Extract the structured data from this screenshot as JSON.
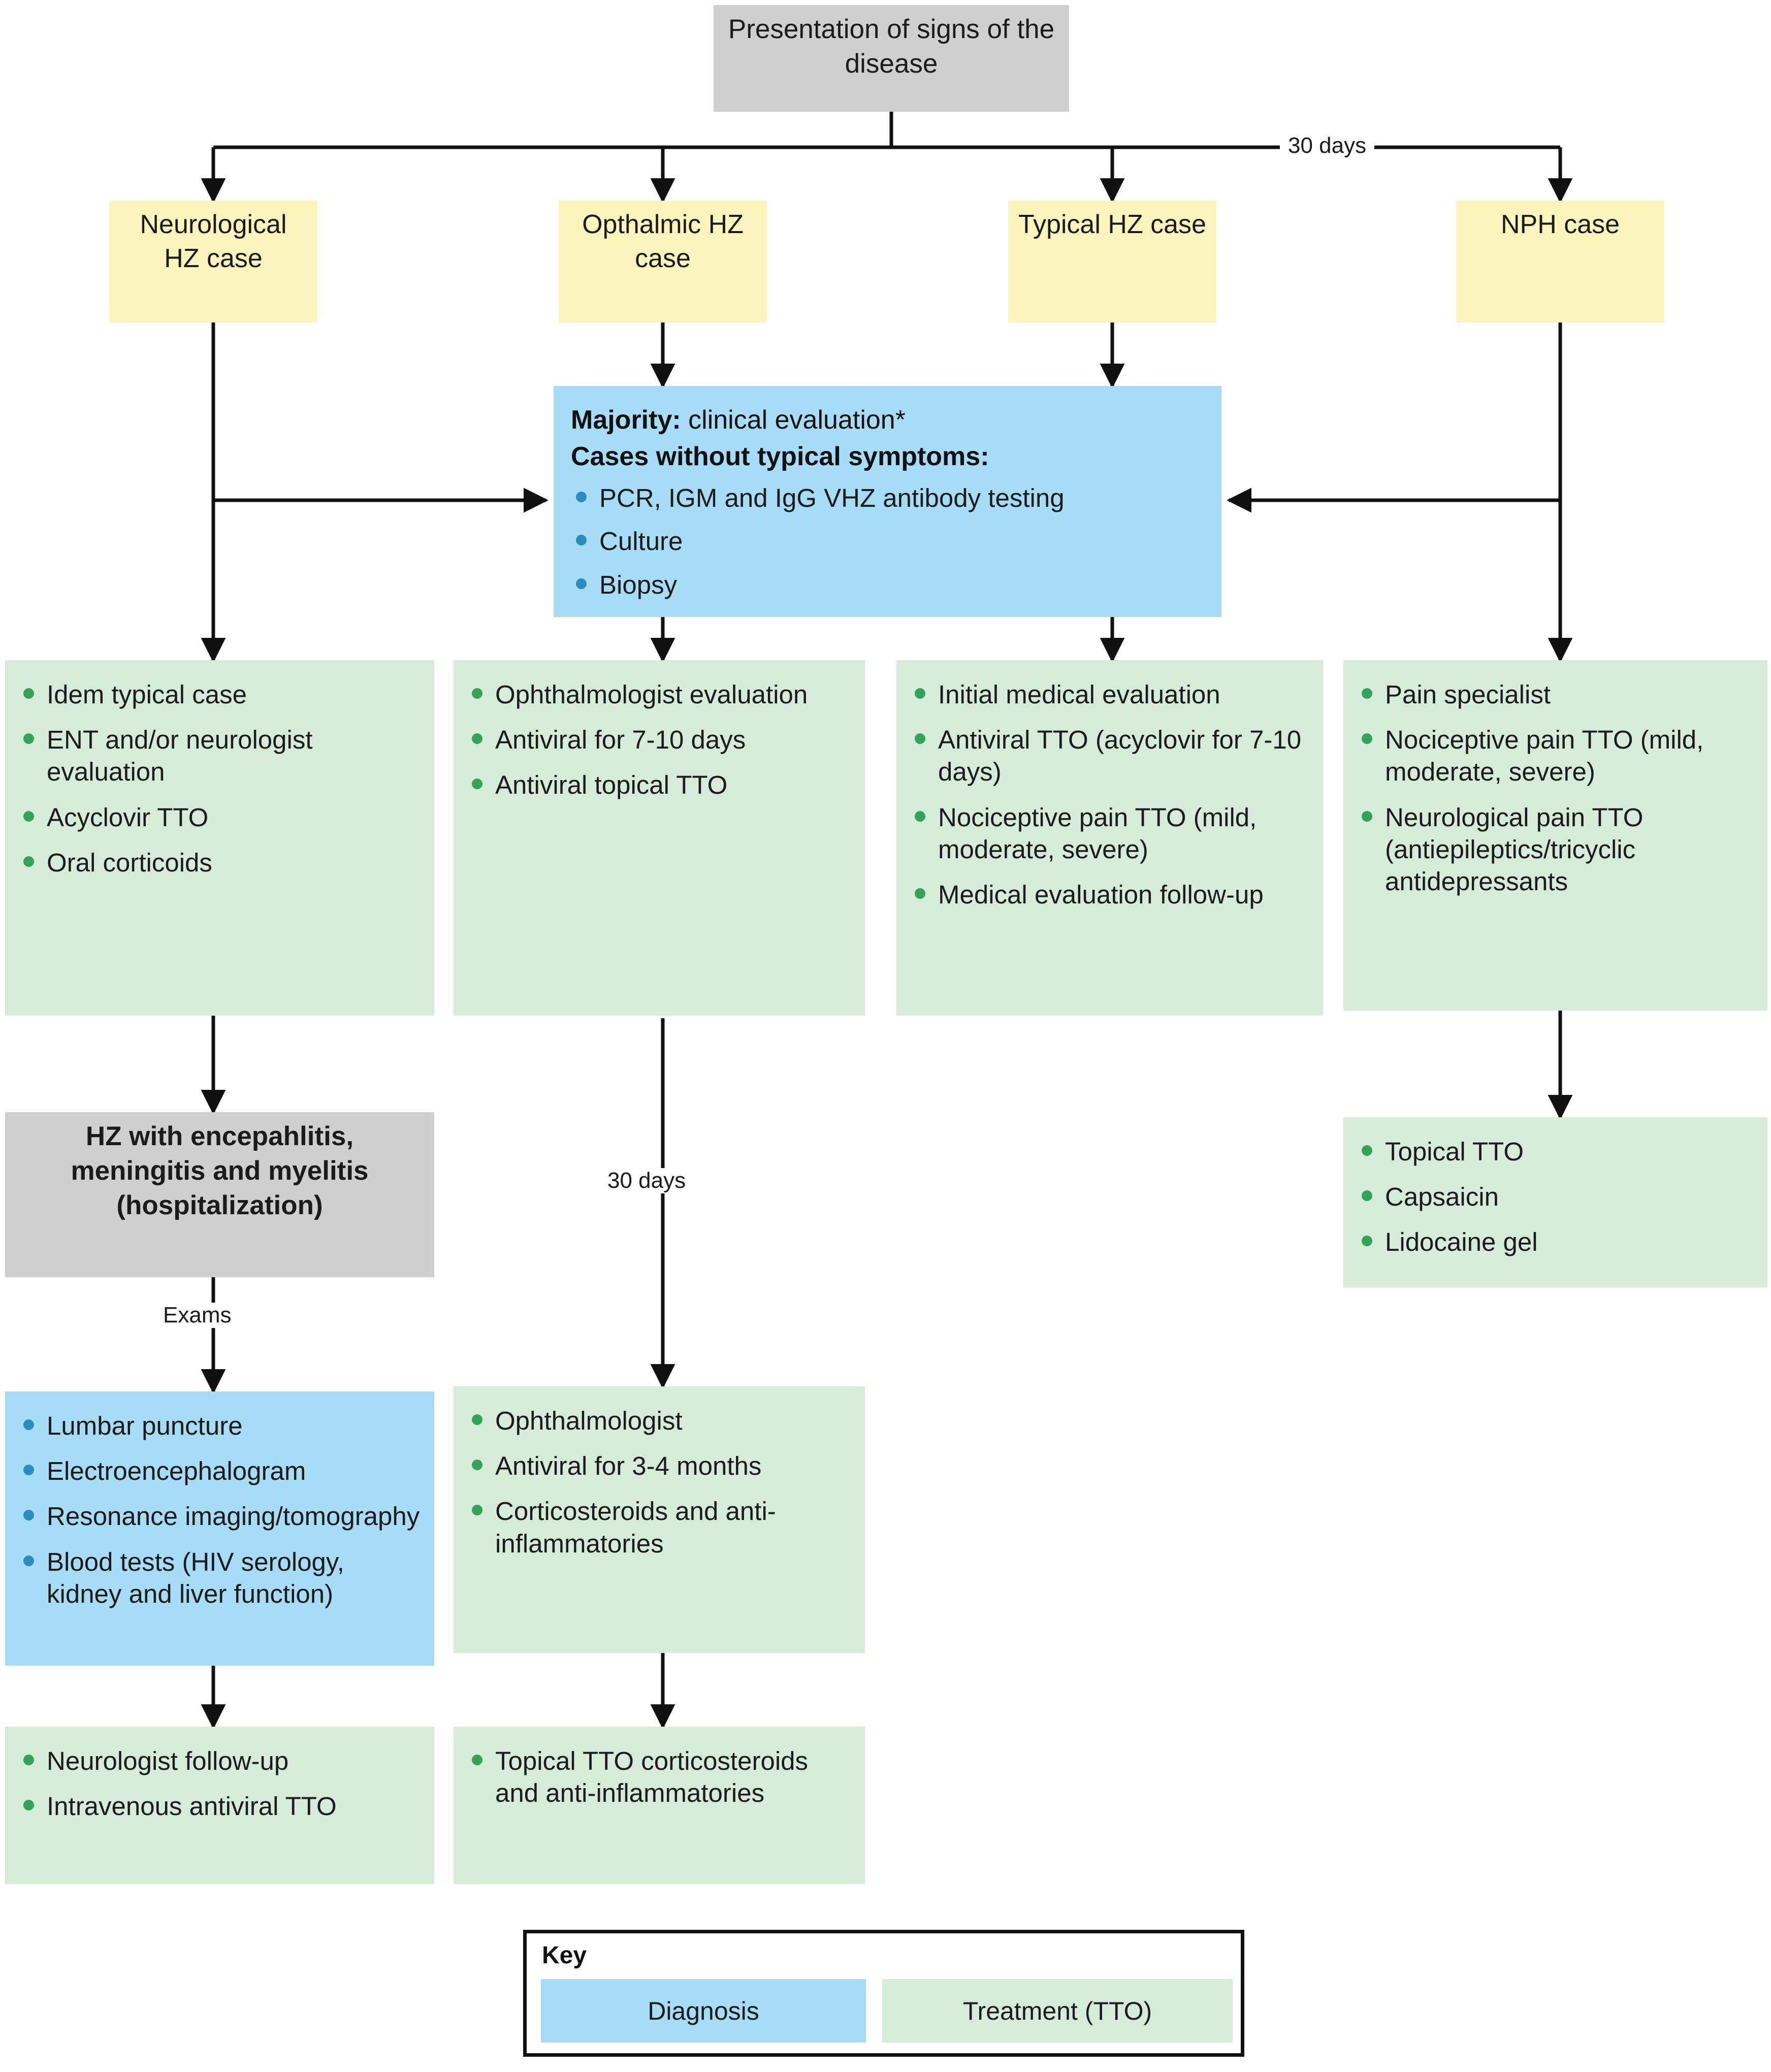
{
  "root": {
    "label": "Presentation of signs of the disease"
  },
  "branch_label_top": "30 days",
  "branch_label_mid": "30 days",
  "exams_label": "Exams",
  "cases": [
    {
      "label": "Neurological HZ case"
    },
    {
      "label": "Opthalmic HZ case"
    },
    {
      "label": "Typical HZ case"
    },
    {
      "label": "NPH case"
    }
  ],
  "diagnosis": {
    "lead_bold": "Majority:",
    "lead_rest": " clinical evaluation*",
    "lead2": "Cases without typical symptoms:",
    "items": [
      "PCR, IGM and IgG VHZ antibody testing",
      "Culture",
      "Biopsy"
    ]
  },
  "treatments": {
    "neurological": [
      "Idem typical case",
      "ENT and/or neurologist evaluation",
      "Acyclovir TTO",
      "Oral corticoids"
    ],
    "ophthalmic": [
      "Ophthalmologist evaluation",
      "Antiviral for 7-10 days",
      "Antiviral topical TTO"
    ],
    "typical": [
      "Initial medical evaluation",
      "Antiviral TTO (acyclovir for 7-10 days)",
      "Nociceptive pain TTO (mild, moderate, severe)",
      "Medical evaluation follow-up"
    ],
    "nph": [
      "Pain specialist",
      "Nociceptive pain TTO (mild, moderate, severe)",
      "Neurological pain TTO (antiepileptics/tricyclic antidepressants"
    ],
    "nph_topical": [
      "Topical TTO",
      "Capsaicin",
      "Lidocaine gel"
    ],
    "ophthalmic_followup": [
      "Ophthalmologist",
      "Antiviral for 3-4 months",
      "Corticosteroids and anti-inflammatories"
    ],
    "ophthalmic_final": [
      "Topical TTO corticosteroids and anti-inflammatories"
    ],
    "neuro_final": [
      "Neurologist follow-up",
      "Intravenous antiviral TTO"
    ]
  },
  "complication": {
    "label": "HZ with encepahlitis, meningitis and myelitis (hospitalization)"
  },
  "exams": [
    "Lumbar puncture",
    "Electroencephalogram",
    "Resonance imaging/tomography",
    "Blood tests (HIV serology, kidney and liver function)"
  ],
  "key": {
    "title": "Key",
    "diagnosis_label": "Diagnosis",
    "treatment_label": "Treatment (TTO)"
  },
  "colors": {
    "grey": "#cfcfcf",
    "yellow": "#fcf4bd",
    "blue": "#a6dcf5",
    "green": "#d5ecd9",
    "line": "#111111",
    "bullet_green": "#34a35a",
    "bullet_blue": "#2a8ebc"
  }
}
